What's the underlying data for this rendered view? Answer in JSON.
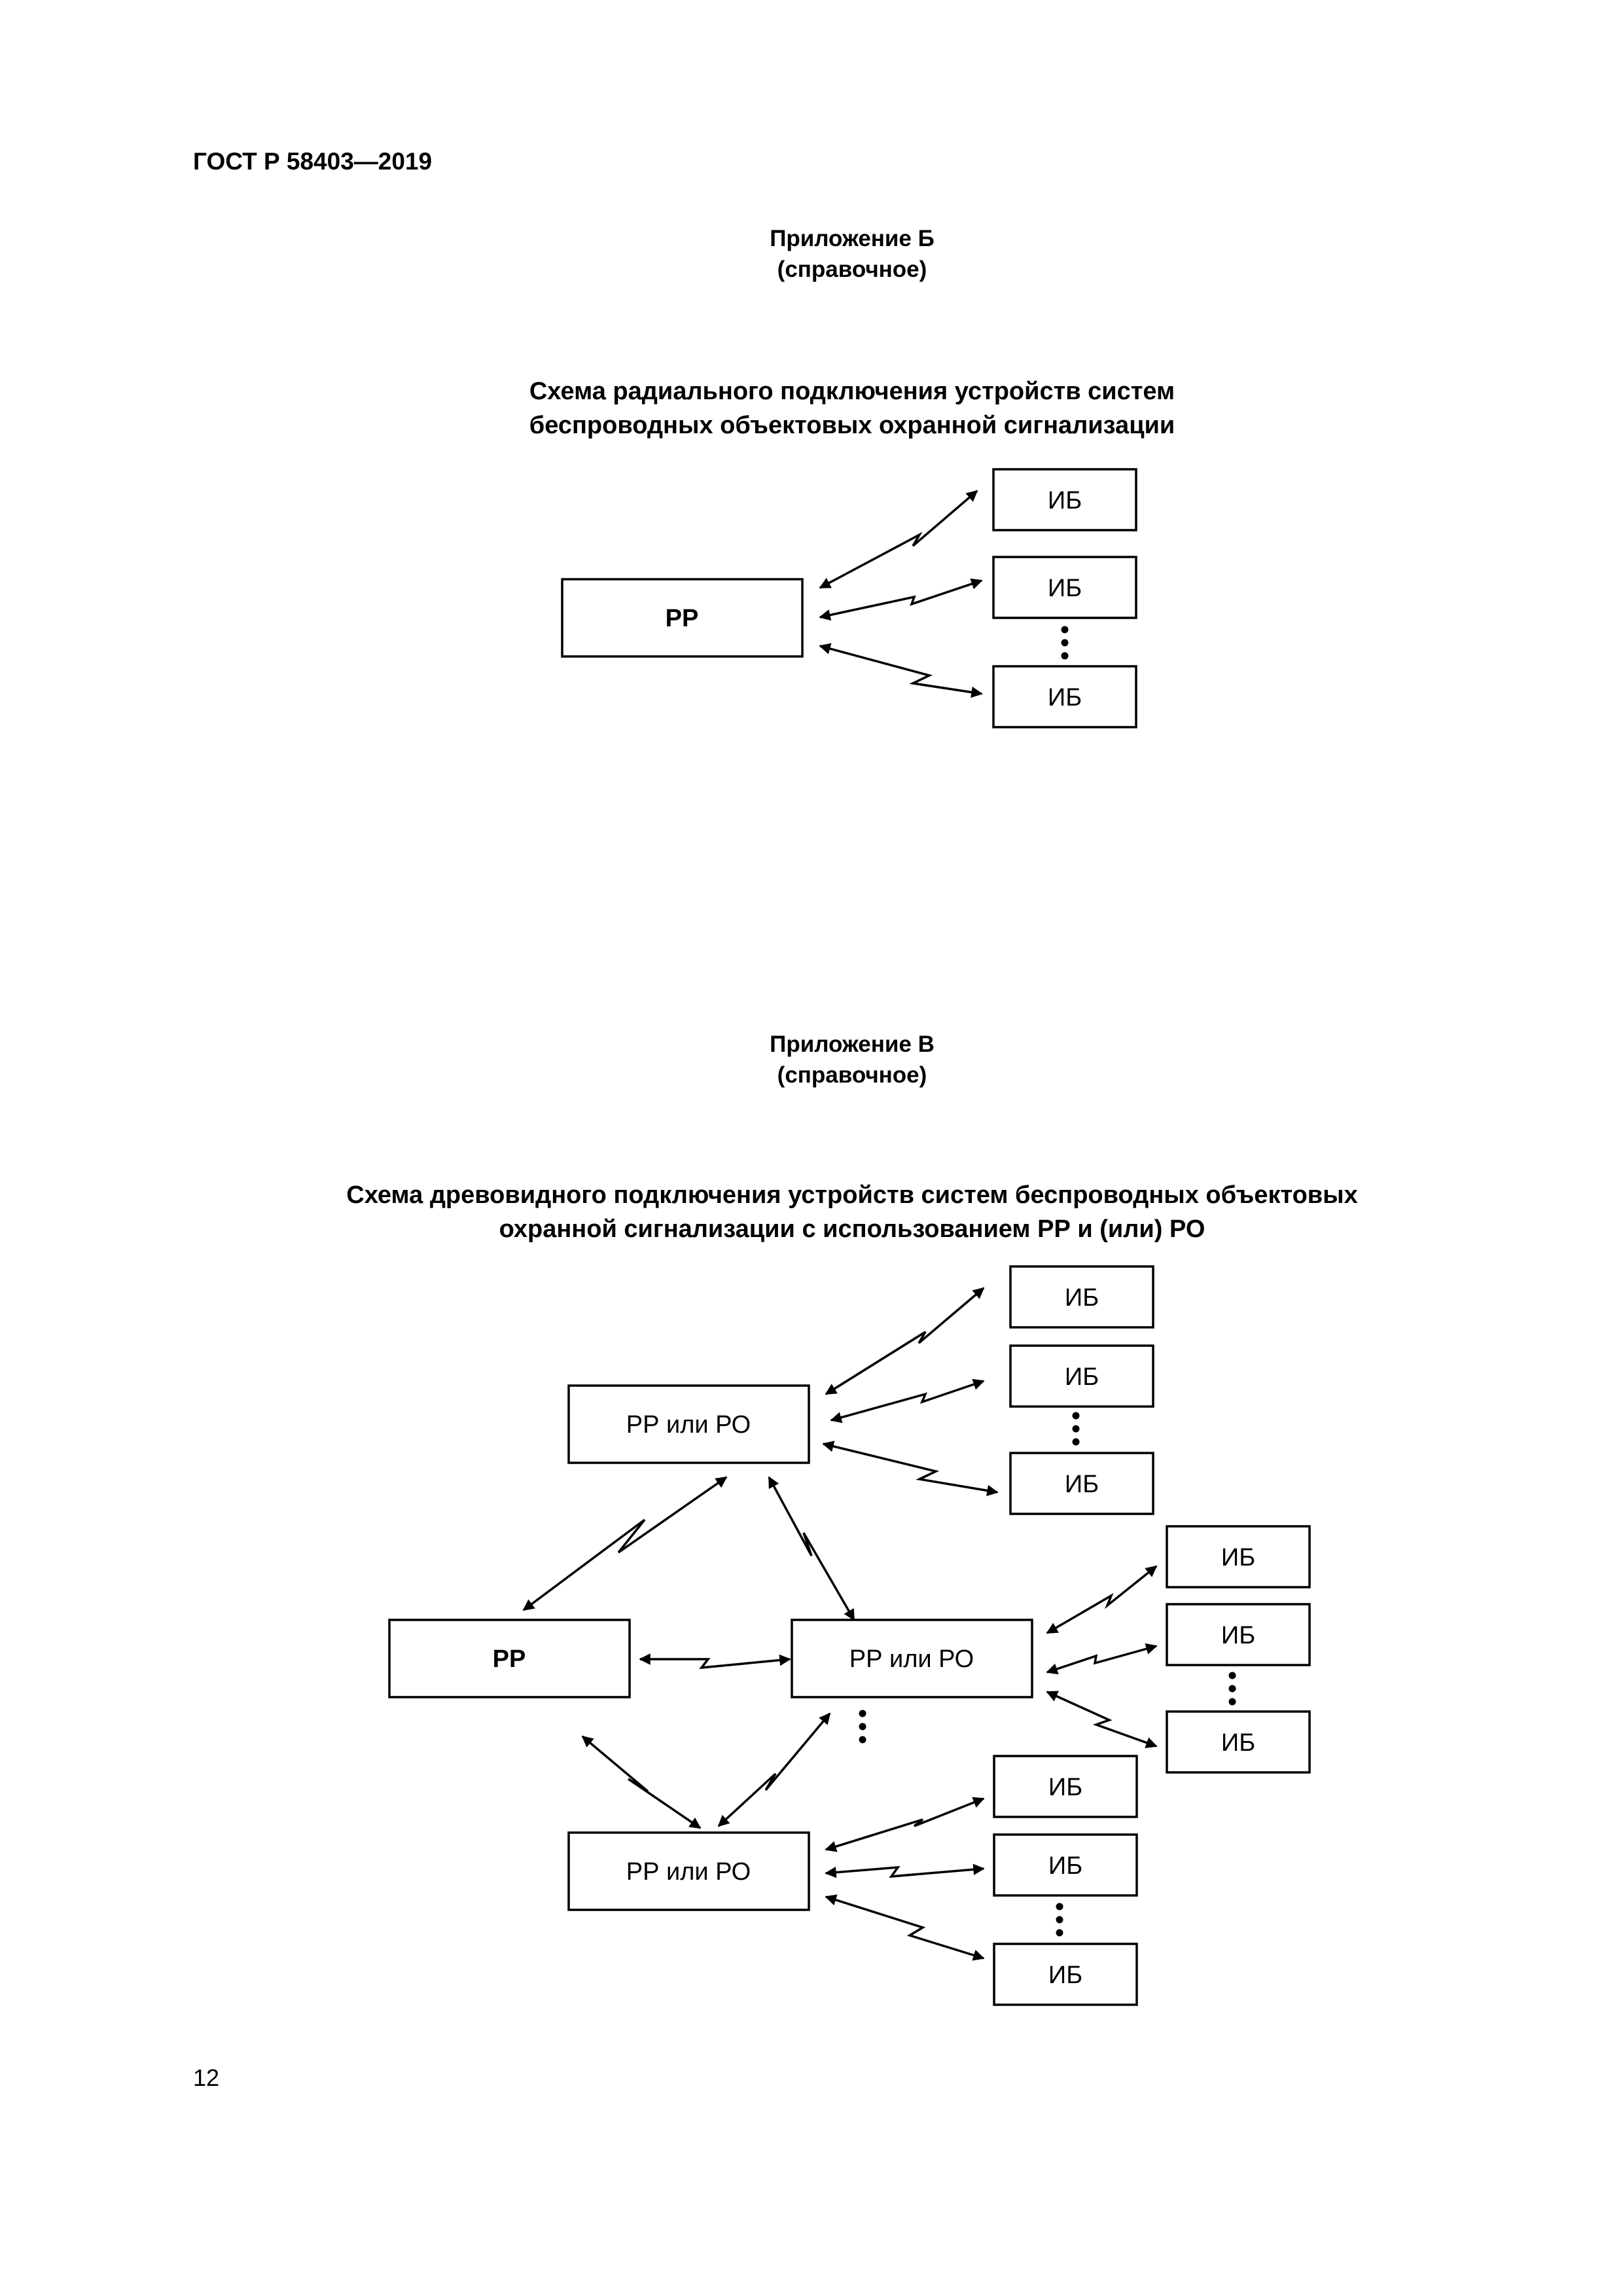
{
  "document": {
    "standard": "ГОСТ Р 58403—2019",
    "page_number": "12"
  },
  "appendix_b": {
    "label": "Приложение Б",
    "note": "(справочное)",
    "title_line1": "Схема радиального подключения устройств систем",
    "title_line2": "беспроводных объектовых охранной сигнализации",
    "diagram": {
      "rr": "РР",
      "ib1": "ИБ",
      "ib2": "ИБ",
      "ib3": "ИБ"
    }
  },
  "appendix_v": {
    "label": "Приложение В",
    "note": "(справочное)",
    "title_line1": "Схема древовидного подключения устройств систем беспроводных объектовых",
    "title_line2": "охранной сигнализации с использованием РР и (или) РО",
    "diagram": {
      "rr": "РР",
      "rr_ro_top": "РР или РО",
      "rr_ro_mid": "РР или РО",
      "rr_ro_bottom": "РР или РО",
      "top_ib1": "ИБ",
      "top_ib2": "ИБ",
      "top_ib3": "ИБ",
      "right_ib1": "ИБ",
      "right_ib2": "ИБ",
      "right_ib3": "ИБ",
      "bottom_ib1": "ИБ",
      "bottom_ib2": "ИБ",
      "bottom_ib3": "ИБ"
    }
  }
}
